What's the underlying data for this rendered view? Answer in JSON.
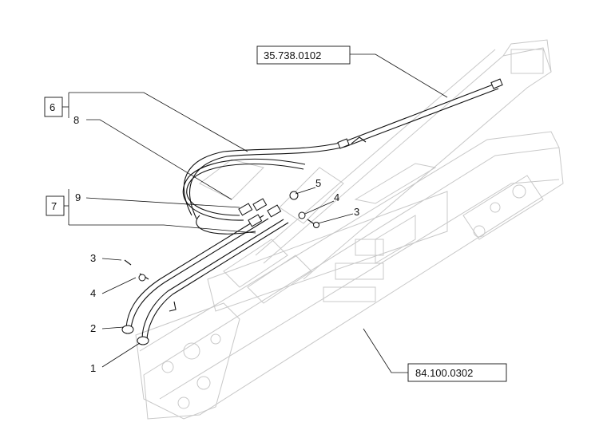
{
  "diagram": {
    "refs": {
      "top_ref": "35.738.0102",
      "bottom_ref": "84.100.0302"
    },
    "callouts": {
      "c1": "1",
      "c2": "2",
      "c3a": "3",
      "c3b": "3",
      "c4a": "4",
      "c4b": "4",
      "c5": "5",
      "c6": "6",
      "c7": "7",
      "c8": "8",
      "c9": "9"
    }
  }
}
